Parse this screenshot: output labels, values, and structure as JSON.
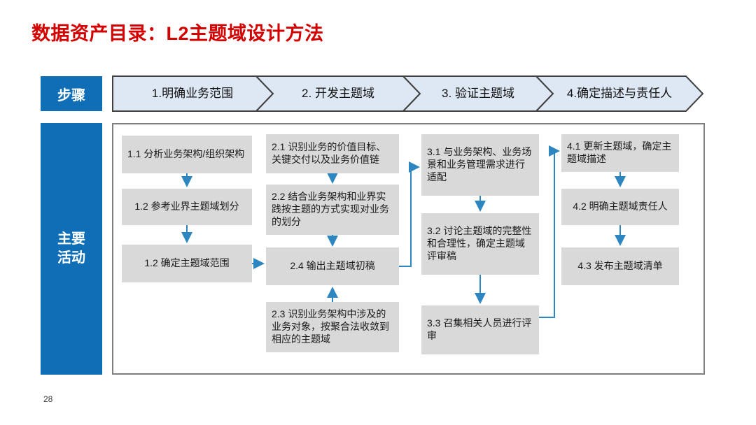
{
  "page": {
    "title": "数据资产目录：L2主题域设计方法",
    "page_number": "28"
  },
  "steps": {
    "label": "步骤",
    "items": [
      {
        "label": "1.明确业务范围"
      },
      {
        "label": "2. 开发主题域"
      },
      {
        "label": "3. 验证主题域"
      },
      {
        "label": "4.确定描述与责任人"
      }
    ]
  },
  "activities": {
    "label": "主要活动",
    "boxes": [
      {
        "id": "1.1",
        "text": "1.1 分析业务架构/组织架构"
      },
      {
        "id": "1.2",
        "text": "1.2 参考业界主题域划分"
      },
      {
        "id": "1.2b",
        "text": "1.2 确定主题域范围"
      },
      {
        "id": "2.1",
        "text": "2.1 识别业务的价值目标、关键交付以及业务价值链"
      },
      {
        "id": "2.2",
        "text": "2.2 结合业务架构和业界实践按主题的方式实现对业务的划分"
      },
      {
        "id": "2.4",
        "text": "2.4 输出主题域初稿"
      },
      {
        "id": "2.3",
        "text": "2.3 识别业务架构中涉及的业务对象，按聚合法收敛到相应的主题域"
      },
      {
        "id": "3.1",
        "text": "3.1 与业务架构、业务场景和业务管理需求进行适配"
      },
      {
        "id": "3.2",
        "text": "3.2 讨论主题域的完整性和合理性，确定主题域评审稿"
      },
      {
        "id": "3.3",
        "text": "3.3 召集相关人员进行评审"
      },
      {
        "id": "4.1",
        "text": "4.1 更新主题域，确定主题域描述"
      },
      {
        "id": "4.2",
        "text": "4.2 明确主题域责任人"
      },
      {
        "id": "4.3",
        "text": "4.3 发布主题域清单"
      }
    ]
  },
  "colors": {
    "title_red": "#D40000",
    "accent_blue": "#0F6EB6",
    "chevron_fill": "#DEE8F4",
    "chevron_border": "#404040",
    "box_gray": "#D9D9D9",
    "arrow_blue": "#2E86C1",
    "container_border": "#7F7F7F"
  }
}
